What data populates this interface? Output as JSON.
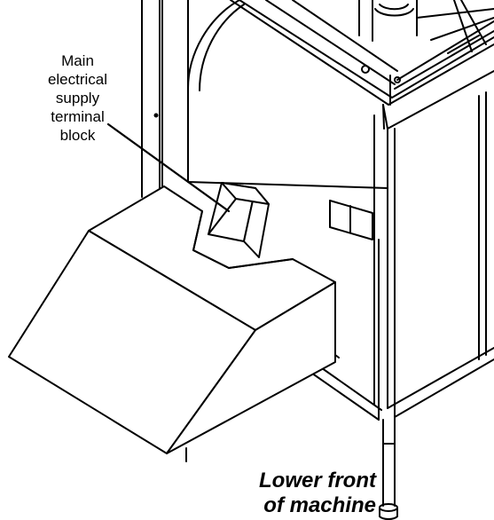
{
  "callout": {
    "lines": [
      "Main",
      "electrical",
      "supply",
      "terminal",
      "block"
    ]
  },
  "caption": {
    "lines": [
      "Lower front",
      "of machine"
    ]
  }
}
